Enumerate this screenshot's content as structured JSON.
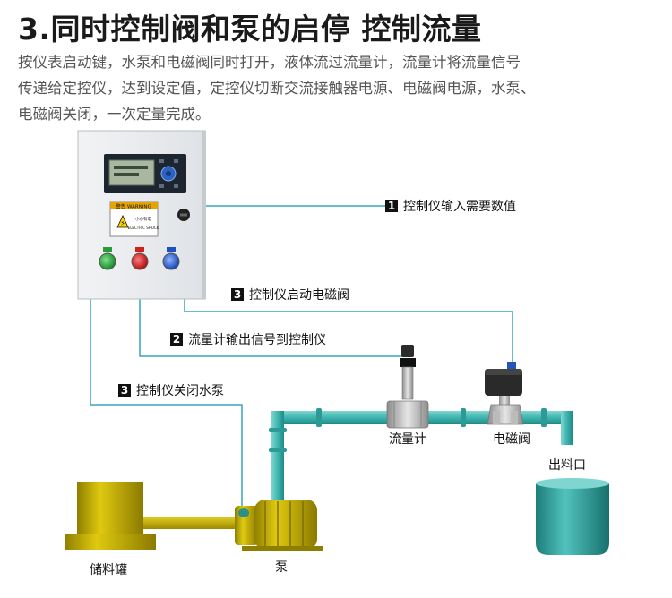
{
  "header": {
    "title": "3.同时控制阀和泵的启停 控制流量",
    "description_lines": [
      "按仪表启动键，水泵和电磁阀同时打开，液体流过流量计，流量计将流量信号",
      "传递给定控仪，达到设定值，定控仪切断交流接触器电源、电磁阀电源，水泵、",
      "电磁阀关闭，一次定量完成。"
    ]
  },
  "control_box": {
    "warning_title": "警告 WARNING",
    "warning_sub": "小心有电",
    "warning_small": "ELECTRIC SHOCK"
  },
  "callouts": {
    "c1": {
      "num": "1",
      "text": "控制仪输入需要数值"
    },
    "c2": {
      "num": "2",
      "text": "流量计输出信号到控制仪"
    },
    "c3a": {
      "num": "3",
      "text": "控制仪启动电磁阀"
    },
    "c3b": {
      "num": "3",
      "text": "控制仪关闭水泵"
    }
  },
  "components": {
    "flowmeter": "流量计",
    "valve": "电磁阀",
    "outlet": "出料口",
    "tank": "储料罐",
    "pump": "泵"
  },
  "colors": {
    "pipe": "#3fb5b0",
    "wire": "#3aa6b9",
    "tank": "#c9b400",
    "pump": "#c4b000",
    "outlet": "#2f9e9a",
    "box": "#e8eaed"
  }
}
